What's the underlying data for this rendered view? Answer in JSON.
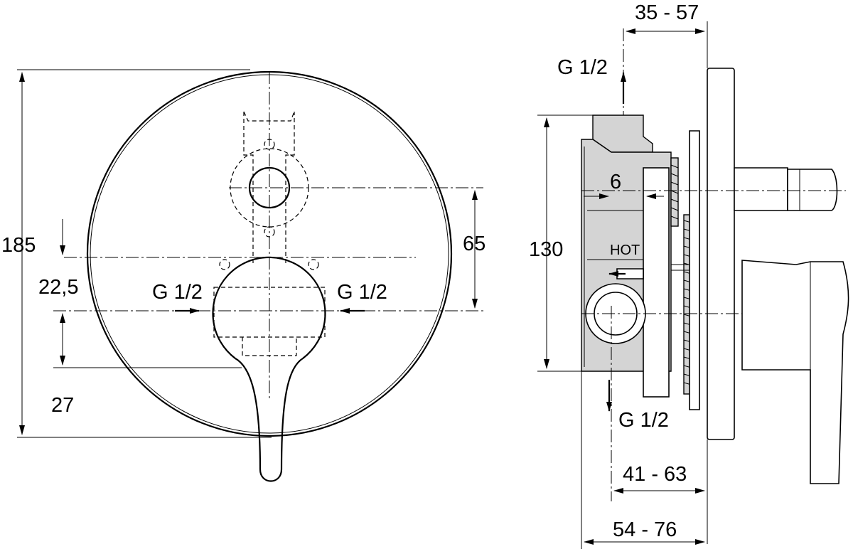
{
  "front_view": {
    "dim_overall_height": "185",
    "dim_offset_top": "22,5",
    "dim_offset_bottom": "27",
    "dim_centers": "65",
    "inlet_left": "G 1/2",
    "inlet_right": "G 1/2"
  },
  "side_view": {
    "dim_top_depth": "35 - 57",
    "outlet_top": "G 1/2",
    "dim_body_height": "130",
    "dim_wall": "6",
    "hot_label": "HOT",
    "outlet_bottom": "G 1/2",
    "dim_depth_mid": "41 - 63",
    "dim_depth_total": "54 - 76"
  }
}
